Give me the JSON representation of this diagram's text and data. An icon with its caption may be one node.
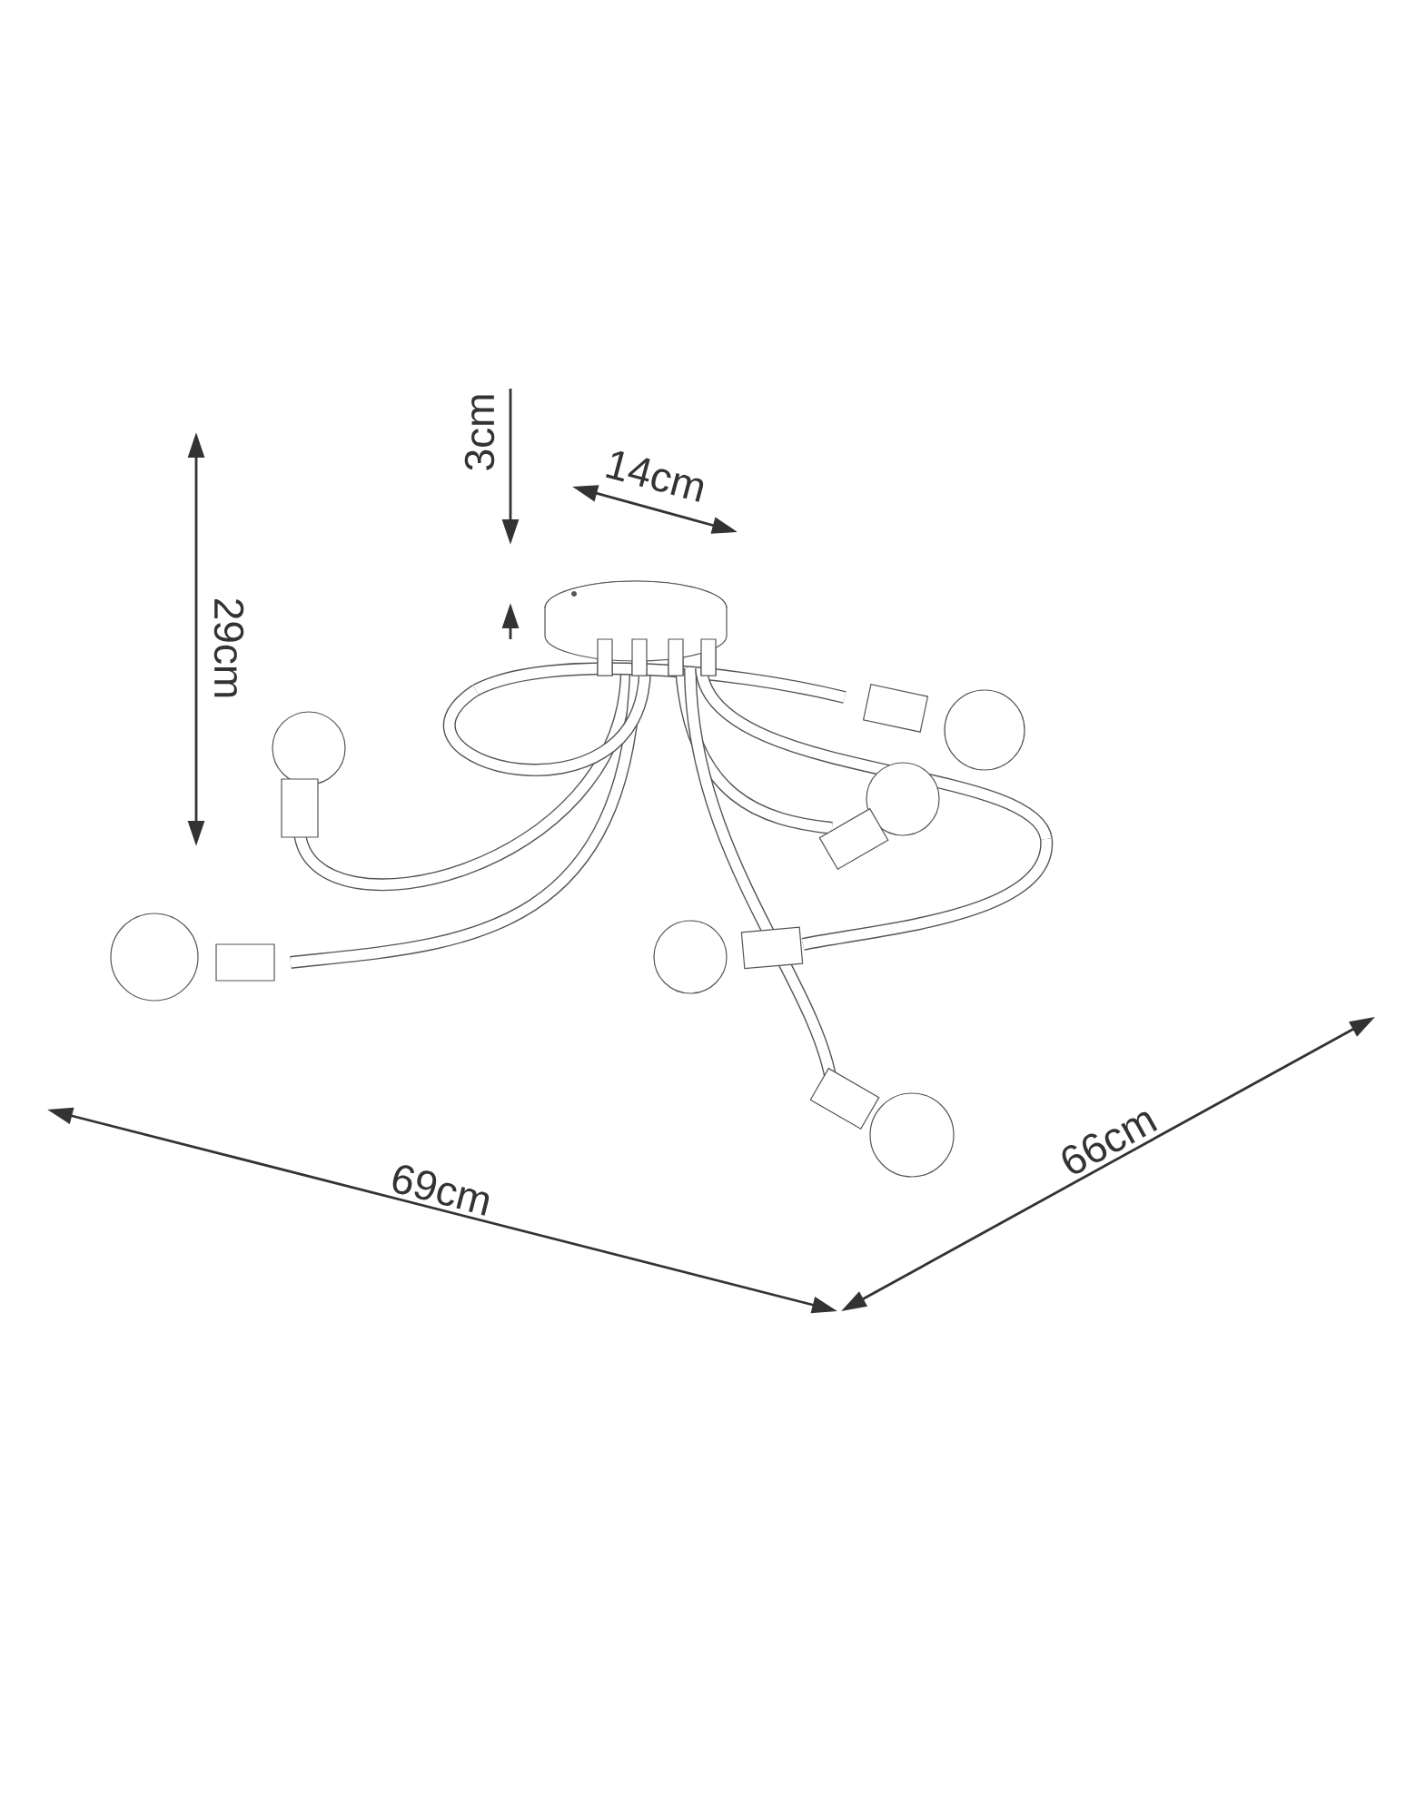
{
  "diagram": {
    "labels": [
      "3cm",
      "14cm",
      "29cm",
      "69cm",
      "66cm"
    ]
  }
}
